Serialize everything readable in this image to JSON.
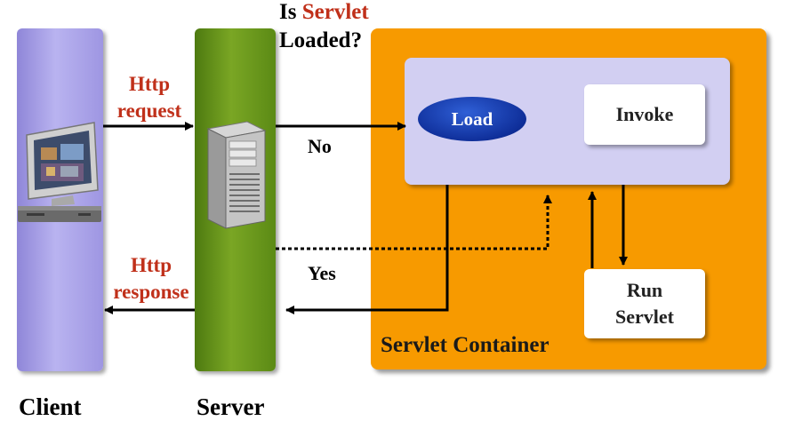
{
  "labels": {
    "is": "Is",
    "servlet": "Servlet",
    "loaded": "Loaded?",
    "http_request_1": "Http",
    "http_request_2": "request",
    "http_response_1": "Http",
    "http_response_2": "response",
    "no": "No",
    "yes": "Yes",
    "load": "Load",
    "invoke": "Invoke",
    "run_servlet_1": "Run",
    "run_servlet_2": "Servlet",
    "servlet_container": "Servlet Container",
    "client": "Client",
    "server": "Server"
  },
  "colors": {
    "client_column": "#9e96e2",
    "server_column": "#6a9a1c",
    "container": "#f79a00",
    "inner_panel": "#d2cff2",
    "load_ellipse": "#12339e",
    "label_red": "#c0301a"
  },
  "icons": [
    "desktop-computer-icon",
    "server-tower-icon"
  ]
}
